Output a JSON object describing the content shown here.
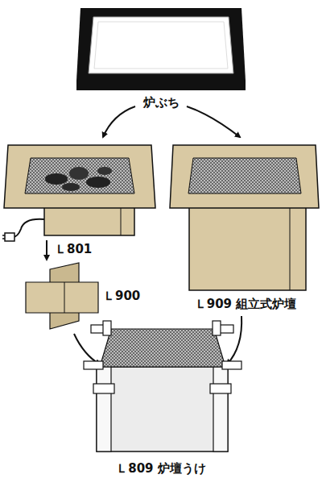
{
  "diagram": {
    "labels": [
      "炉ぶち",
      "Ｌ801",
      "Ｌ900",
      "Ｌ909 組立式炉壇",
      "Ｌ809 炉壇うけ"
    ]
  }
}
